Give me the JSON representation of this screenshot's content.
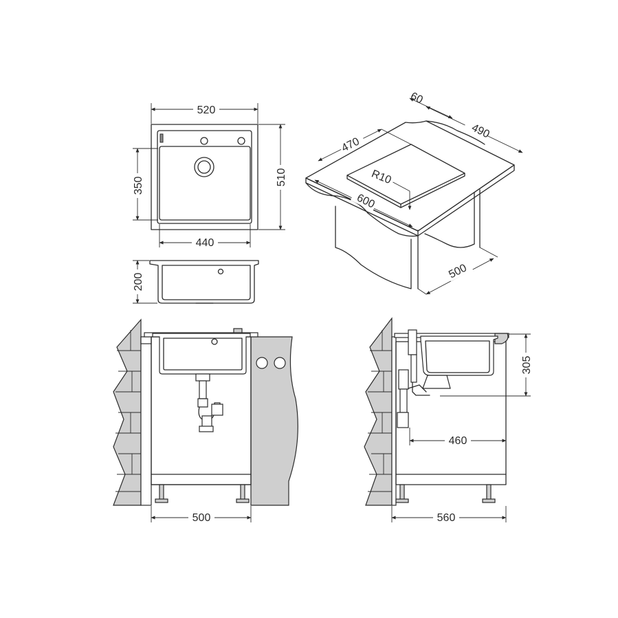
{
  "dimensions": {
    "top_width": "520",
    "top_height": "510",
    "bowl_length": "350",
    "bowl_width": "440",
    "bowl_depth": "200",
    "cutout_offset": "60",
    "cutout_depth": "490",
    "cutout_width": "470",
    "corner_radius": "R10",
    "worktop_width": "600",
    "worktop_depth": "500",
    "cabinet_front_width": "500",
    "cabinet_side_depth": "560",
    "drain_depth": "305",
    "drain_offset": "460"
  },
  "colors": {
    "line": "#2b2b2b",
    "fill": "#cfcfcf",
    "background": "#ffffff"
  }
}
